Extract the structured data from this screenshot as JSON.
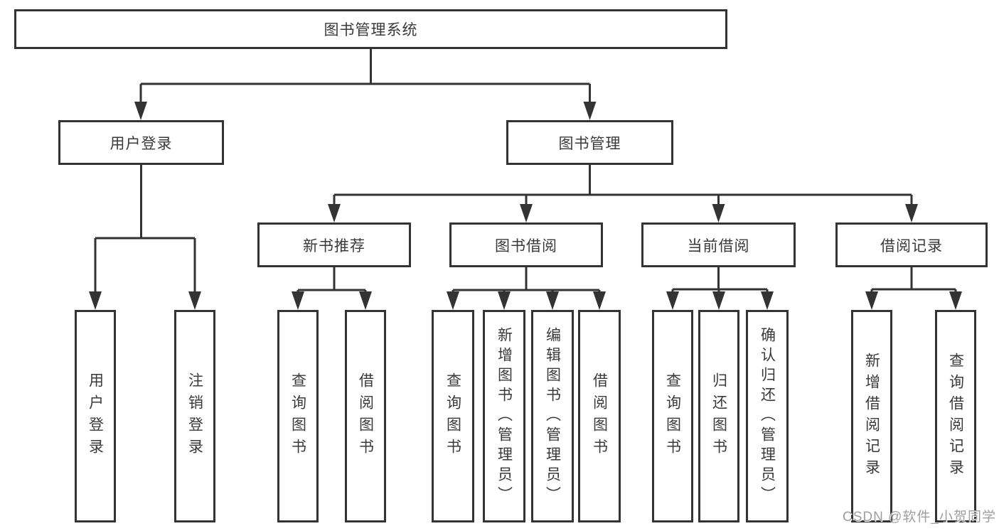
{
  "title": "图书管理系统",
  "watermark": "CSDN @软件_小贺同学",
  "colors": {
    "line": "#333333",
    "box_border": "#333333",
    "box_background": "#ffffff",
    "text": "#3a3a3a",
    "watermark": "#9e9e9e"
  },
  "nodes": {
    "root": {
      "label": "图书管理系统"
    },
    "user_login": {
      "label": "用户登录"
    },
    "book_mgmt": {
      "label": "图书管理"
    },
    "new_book_rec": {
      "label": "新书推荐"
    },
    "book_borrow": {
      "label": "图书借阅"
    },
    "current_borrow": {
      "label": "当前借阅"
    },
    "borrow_record": {
      "label": "借阅记录"
    },
    "leaf_user_login": {
      "label": "用户登录"
    },
    "leaf_logout": {
      "label": "注销登录"
    },
    "leaf_nb_query": {
      "label": "查询图书"
    },
    "leaf_nb_borrow": {
      "label": "借阅图书"
    },
    "leaf_bb_query": {
      "label": "查询图书"
    },
    "leaf_bb_add": {
      "label": "新增图书（管理员）"
    },
    "leaf_bb_edit": {
      "label": "编辑图书（管理员）"
    },
    "leaf_bb_borrow": {
      "label": "借阅图书"
    },
    "leaf_cb_query": {
      "label": "查询图书"
    },
    "leaf_cb_return": {
      "label": "归还图书"
    },
    "leaf_cb_confirm": {
      "label": "确认归还（管理员）"
    },
    "leaf_br_add": {
      "label": "新增借阅记录"
    },
    "leaf_br_query": {
      "label": "查询借阅记录"
    }
  },
  "tree": {
    "root": [
      "user_login",
      "book_mgmt"
    ],
    "user_login": [
      "leaf_user_login",
      "leaf_logout"
    ],
    "book_mgmt": [
      "new_book_rec",
      "book_borrow",
      "current_borrow",
      "borrow_record"
    ],
    "new_book_rec": [
      "leaf_nb_query",
      "leaf_nb_borrow"
    ],
    "book_borrow": [
      "leaf_bb_query",
      "leaf_bb_add",
      "leaf_bb_edit",
      "leaf_bb_borrow"
    ],
    "current_borrow": [
      "leaf_cb_query",
      "leaf_cb_return",
      "leaf_cb_confirm"
    ],
    "borrow_record": [
      "leaf_br_add",
      "leaf_br_query"
    ]
  }
}
